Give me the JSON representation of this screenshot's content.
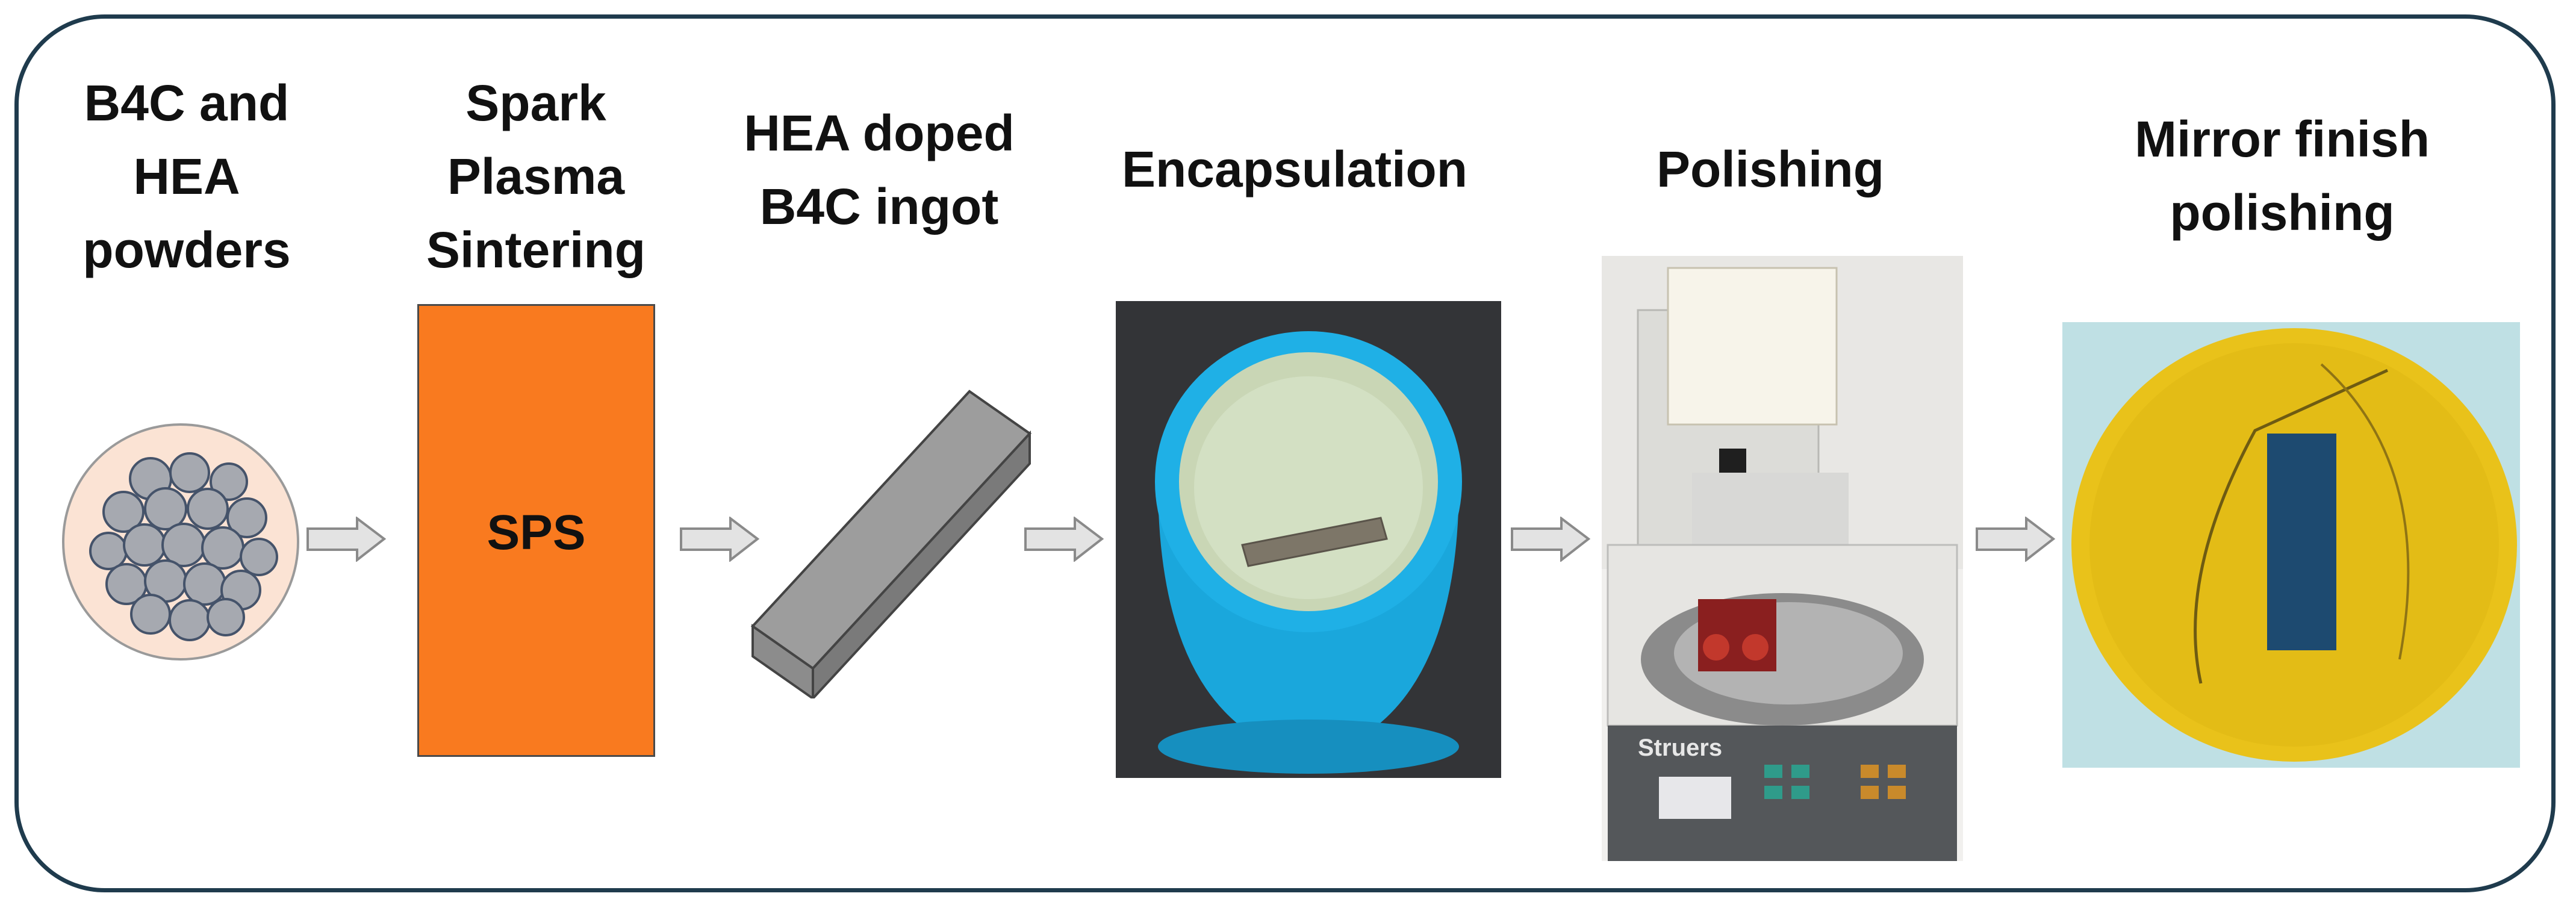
{
  "steps": [
    {
      "lines": [
        "B4C and",
        "HEA",
        "powders"
      ]
    },
    {
      "lines": [
        "Spark",
        "Plasma",
        "Sintering"
      ]
    },
    {
      "lines": [
        "HEA doped",
        "B4C ingot"
      ]
    },
    {
      "lines": [
        "Encapsulation"
      ]
    },
    {
      "lines": [
        "Polishing"
      ]
    },
    {
      "lines": [
        "Mirror finish",
        "polishing"
      ]
    }
  ],
  "sps_label": "SPS",
  "machine_brand": "Struers",
  "colors": {
    "frame": "#1f3b4d",
    "sps_fill": "#f97a1f",
    "arrow_fill": "#e3e3e3",
    "arrow_stroke": "#8a8a8a",
    "ingot": "#9a9a9a",
    "encapsulation_blue": "#1aa7dc",
    "mount_yellow": "#e9c21a"
  },
  "icons": [
    "powder-particles-icon",
    "arrow-right-icon",
    "ingot-icon"
  ]
}
